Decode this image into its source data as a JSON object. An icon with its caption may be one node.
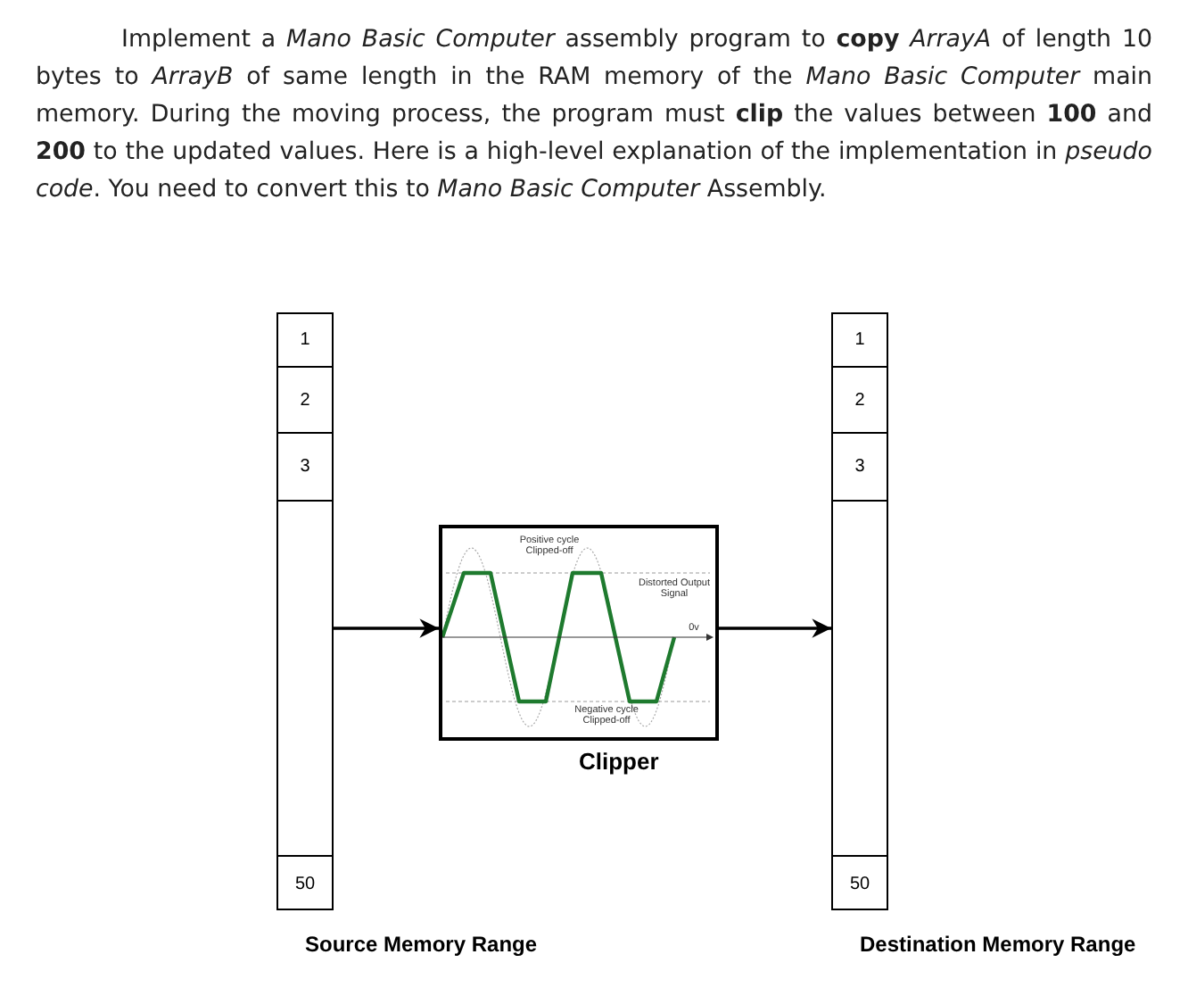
{
  "diagram": {
    "title": "Implement a *Mano Basic Computer* assembly program to **copy** *ArrayA* of length 10 bytes to *ArrayB* of same length in the RAM memory of the *Mano Basic Computer* main memory. During the moving process, the program must **clip** the values between **100** and **200** to the updated values. Here is a high-level explanation of the implementation in *pseudo code*. You need to convert this to *Mano Basic Computer* Assembly.",
    "nodes": [
      {
        "text": [
          "Source Memory Range"
        ]
      },
      {
        "text": [
          "1"
        ],
        "in": 0
      },
      {
        "text": [
          "2"
        ],
        "in": 0
      },
      {
        "text": [
          "3"
        ],
        "in": 0
      },
      {
        "text": [
          "50"
        ],
        "in": 0
      },
      {
        "text": [
          "Clipper"
        ]
      },
      {
        "text": [
          "Destination Memory Range"
        ]
      },
      {
        "text": [
          "1"
        ],
        "in": 6
      },
      {
        "text": [
          "2"
        ],
        "in": 6
      },
      {
        "text": [
          "3"
        ],
        "in": 6
      },
      {
        "text": [
          "50"
        ],
        "in": 6
      }
    ],
    "edges": [
      {
        "from": 0,
        "to": 5,
        "arrow": "to"
      },
      {
        "from": 5,
        "to": 6,
        "arrow": "to"
      }
    ],
    "labels": [
      "Positive cycle Clipped-off",
      "Distorted Output Signal",
      "0v",
      "Negative cycle Clipped-off"
    ]
  }
}
